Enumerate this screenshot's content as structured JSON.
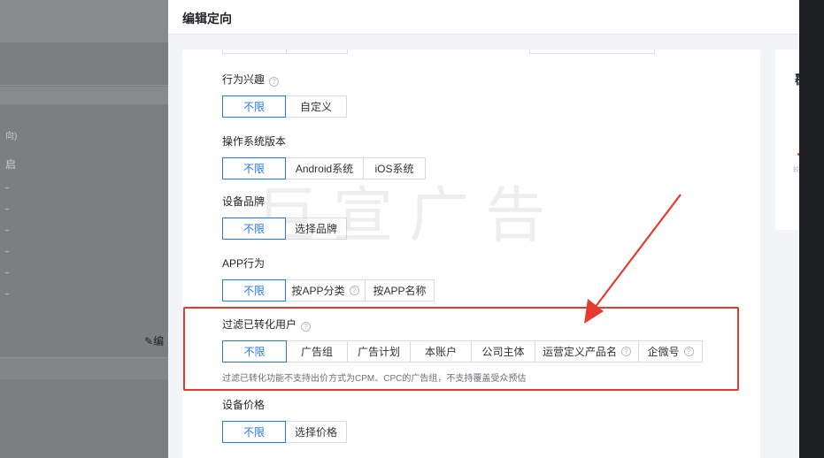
{
  "background": {
    "partial_labels": [
      "向)",
      "启"
    ],
    "edit_glyph": "✎",
    "edit_text": "编"
  },
  "drawer": {
    "title": "编辑定向"
  },
  "side_card": {
    "title_char": "覆",
    "small_text": "较"
  },
  "watermark": "巨宣广告",
  "sections": {
    "interest": {
      "label": "行为兴趣",
      "options": [
        "不限",
        "自定义"
      ]
    },
    "os": {
      "label": "操作系统版本",
      "options": [
        "不限",
        "Android系统",
        "iOS系统"
      ]
    },
    "brand": {
      "label": "设备品牌",
      "options": [
        "不限",
        "选择品牌"
      ]
    },
    "app": {
      "label": "APP行为",
      "options": [
        "不限",
        "按APP分类",
        "按APP名称"
      ]
    },
    "filter": {
      "label": "过滤已转化用户",
      "options": [
        "不限",
        "广告组",
        "广告计划",
        "本账户",
        "公司主体",
        "运营定义产品名",
        "企微号"
      ],
      "note": "过滤已转化功能不支持出价方式为CPM、CPC的广告组，不支持覆盖受众预估"
    },
    "price": {
      "label": "设备价格",
      "options": [
        "不限",
        "选择价格"
      ]
    }
  },
  "help_glyph": "?",
  "colors": {
    "accent": "#2b74e8",
    "annotation_red": "#e53b2f"
  }
}
